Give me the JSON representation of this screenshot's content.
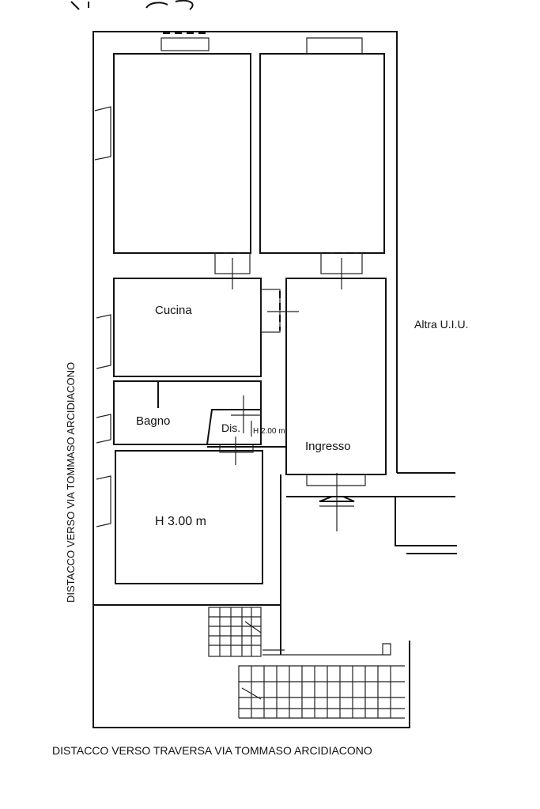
{
  "header": {
    "partial_text": ""
  },
  "rooms": {
    "kitchen": "Cucina",
    "bathroom": "Bagno",
    "hallway": "Dis.",
    "hallway_height": "H 2.00 m",
    "entrance": "Ingresso",
    "main_room_height": "H 3.00 m"
  },
  "labels": {
    "other_unit": "Altra U.I.U.",
    "left_side": "DISTACCO VERSO  VIA TOMMASO ARCIDIACONO",
    "bottom_side": "DISTACCO VERSO TRAVERSA VIA TOMMASO ARCIDIACONO"
  },
  "colors": {
    "ink": "#111111",
    "background": "#ffffff"
  }
}
